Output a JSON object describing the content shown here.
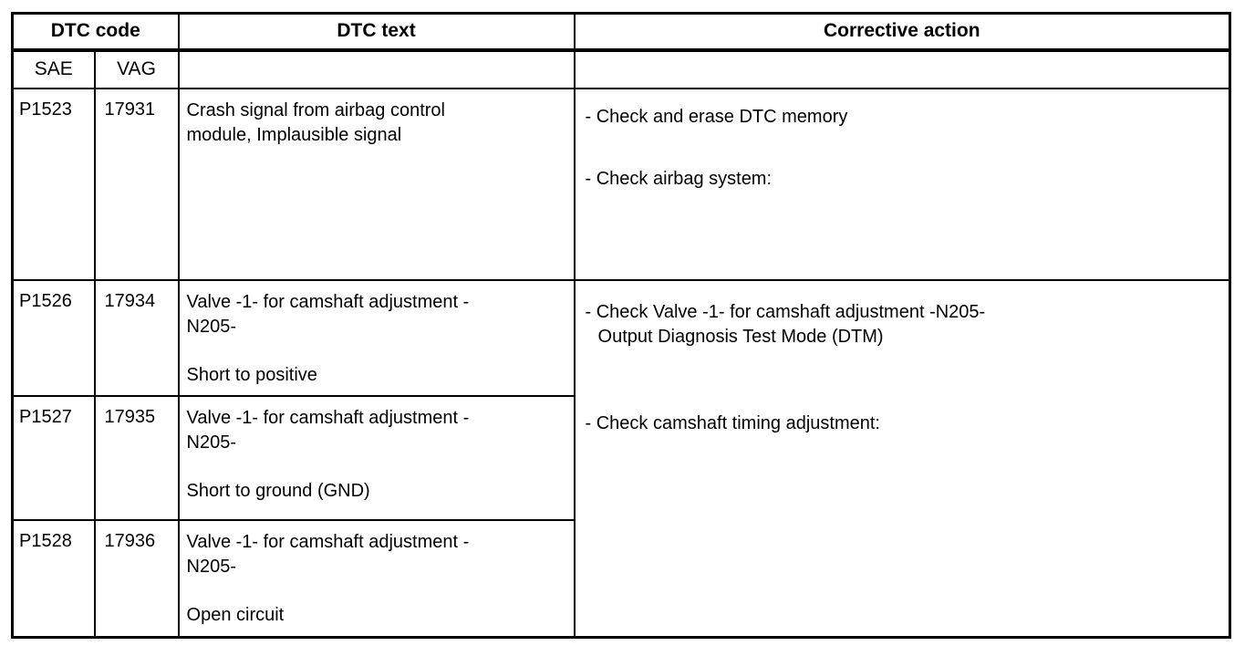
{
  "document": {
    "background": "#ffffff",
    "text_color": "#000000",
    "border_color": "#000000"
  },
  "table": {
    "header": {
      "dtc_code": "DTC code",
      "dtc_text": "DTC text",
      "corrective_action": "Corrective action",
      "sae": "SAE",
      "vag": "VAG"
    },
    "rows": [
      {
        "sae": "P1523",
        "vag": "17931",
        "text_lines": [
          "Crash signal from airbag control",
          "module, Implausible signal"
        ],
        "actions": [
          "- Check and erase DTC memory",
          "- Check airbag system:"
        ]
      },
      {
        "sae": "P1526",
        "vag": "17934",
        "text_lines": [
          "Valve -1- for camshaft adjustment -",
          "N205-"
        ],
        "subtext": "Short to positive"
      },
      {
        "sae": "P1527",
        "vag": "17935",
        "text_lines": [
          "Valve -1- for camshaft adjustment -",
          "N205-"
        ],
        "subtext": "Short to ground (GND)"
      },
      {
        "sae": "P1528",
        "vag": "17936",
        "text_lines": [
          "Valve -1- for camshaft adjustment -",
          "N205-"
        ],
        "subtext": "Open circuit"
      }
    ],
    "merged_actions": {
      "item1_lines": [
        "- Check Valve -1- for camshaft adjustment -N205-",
        "Output Diagnosis Test Mode (DTM)"
      ],
      "item2": "- Check camshaft timing adjustment:"
    }
  }
}
